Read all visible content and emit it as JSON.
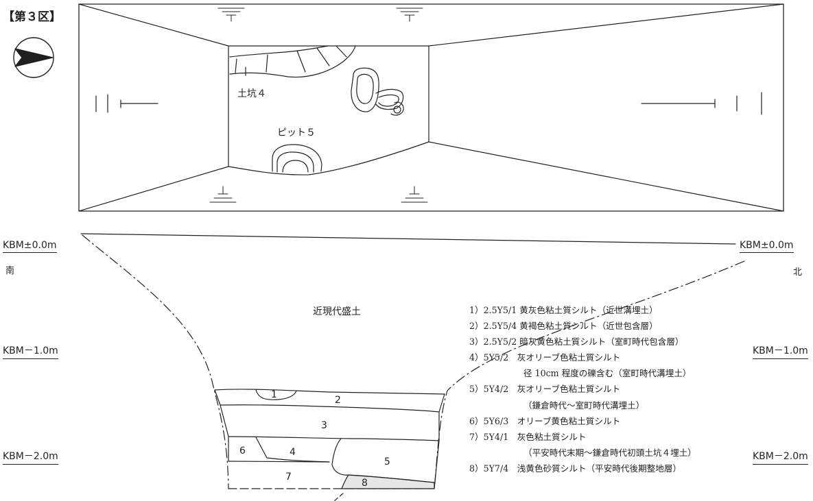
{
  "title": "【第３区】",
  "plan": {
    "pit_label": "土坑４",
    "pit2_label": "ピット５"
  },
  "section": {
    "levels": [
      "KBM±0.0m",
      "KBM－1.0m",
      "KBM－2.0m"
    ],
    "south_label": "南",
    "north_label": "北",
    "fill_label": "近現代盛土",
    "layer_numbers": [
      "1",
      "2",
      "3",
      "4",
      "5",
      "6",
      "7",
      "8"
    ]
  },
  "legend": [
    "1）2.5Y5/1 黄灰色粘土質シルト（近世溝埋土）",
    "2）2.5Y5/4 黄褐色粘土質シルト（近世包含層）",
    "3）2.5Y5/2 暗灰黄色粘土質シルト（室町時代包含層）",
    "4）5Y5/2　灰オリーブ色粘土質シルト",
    "径 10cm 程度の礫含む（室町時代溝埋土）",
    "5）5Y4/2　灰オリーブ色粘土質シルト",
    "（鎌倉時代～室町時代溝埋土）",
    "6）5Y6/3　オリーブ黄色粘土質シルト",
    "7）5Y4/1　灰色粘土質シルト",
    "（平安時代末期～鎌倉時代初頭土坑４埋土）",
    "8）5Y7/4　浅黄色砂質シルト（平安時代後期整地層）"
  ],
  "colors": {
    "ink": "#231f20",
    "layer8_fill": "#e6e6e6"
  }
}
